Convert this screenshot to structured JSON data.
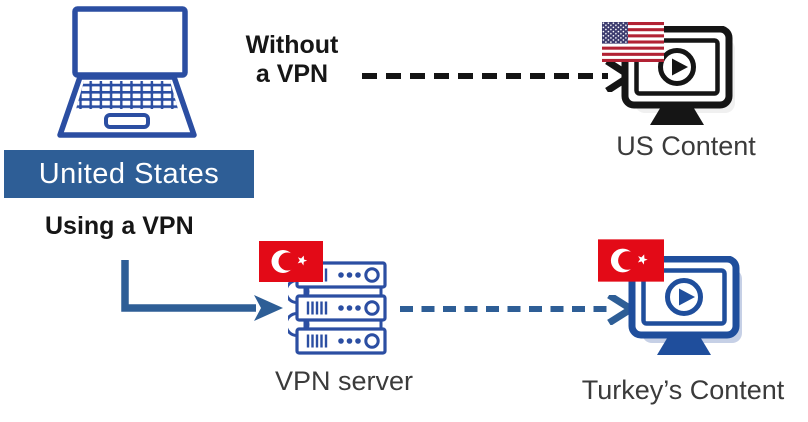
{
  "diagram": {
    "labels": {
      "origin": "United States",
      "without_vpn_line1": "Without",
      "without_vpn_line2": "a VPN",
      "using_vpn": "Using a VPN",
      "us_content": "US Content",
      "vpn_server": "VPN server",
      "turkey_content": "Turkey’s Content"
    },
    "icons": {
      "origin_device": "laptop-icon",
      "us_destination": "video-play-monitor-icon",
      "us_destination_flag": "us-flag-icon",
      "vpn_server": "server-stack-icon",
      "vpn_server_flag": "turkey-flag-icon",
      "turkey_destination": "video-play-monitor-icon",
      "turkey_destination_flag": "turkey-flag-icon",
      "without_vpn_path": "dashed-black-arrow",
      "using_vpn_path": "solid-blue-elbow-arrow",
      "server_to_content_path": "dashed-blue-arrow"
    },
    "colors": {
      "banner-blue": "#2E5E96",
      "banner-text": "#FFFFFF",
      "icon-blue": "#2B4EA2",
      "monitor-blue": "#1F4E9C",
      "arrow-blue": "#2E5E96",
      "arrow-black": "#141414",
      "text-black": "#161616",
      "label-dark": "#3B3B3B",
      "flag-red": "#E30A17",
      "us-flag-red": "#B22234",
      "us-flag-canton": "#3C3B6E",
      "shadow-blue": "#C6D0E6"
    }
  }
}
